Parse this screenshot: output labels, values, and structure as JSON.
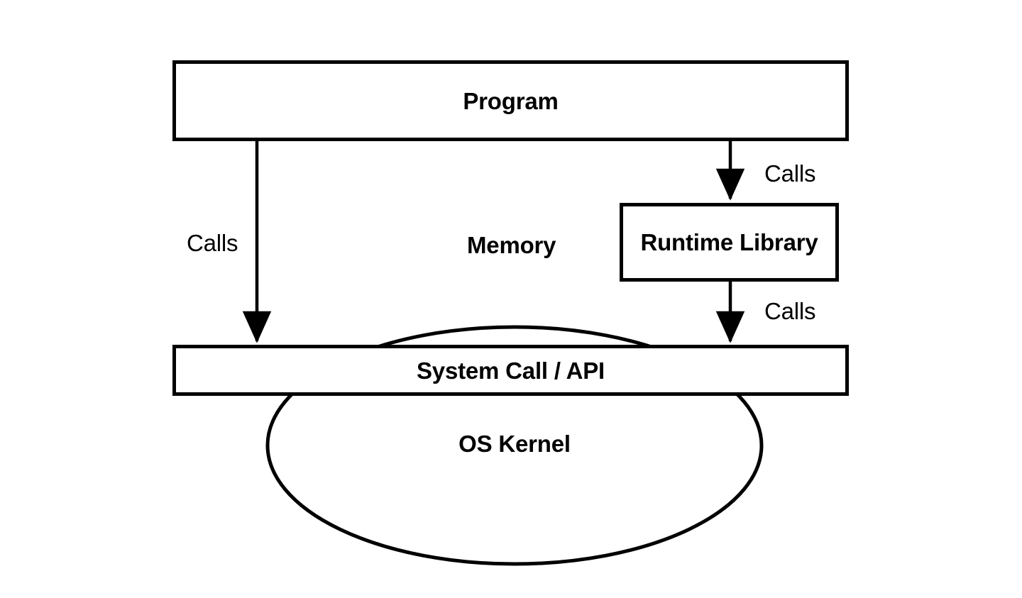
{
  "diagram": {
    "title": "Program / Runtime Library / System Call / OS Kernel layering",
    "background_color": "#ffffff",
    "stroke_color": "#000000",
    "nodes": {
      "program": {
        "label": "Program",
        "shape": "rectangle"
      },
      "runtime_library": {
        "label": "Runtime Library",
        "shape": "rectangle"
      },
      "system_call": {
        "label": "System Call / API",
        "shape": "rectangle"
      },
      "os_kernel": {
        "label": "OS Kernel",
        "shape": "ellipse"
      }
    },
    "labels": {
      "memory": "Memory",
      "calls_left": "Calls",
      "calls_runtime_in": "Calls",
      "calls_runtime_out": "Calls"
    },
    "edges": [
      {
        "from": "program",
        "to": "system_call",
        "label": "Calls"
      },
      {
        "from": "program",
        "to": "runtime_library",
        "label": "Calls"
      },
      {
        "from": "runtime_library",
        "to": "system_call",
        "label": "Calls"
      }
    ]
  }
}
